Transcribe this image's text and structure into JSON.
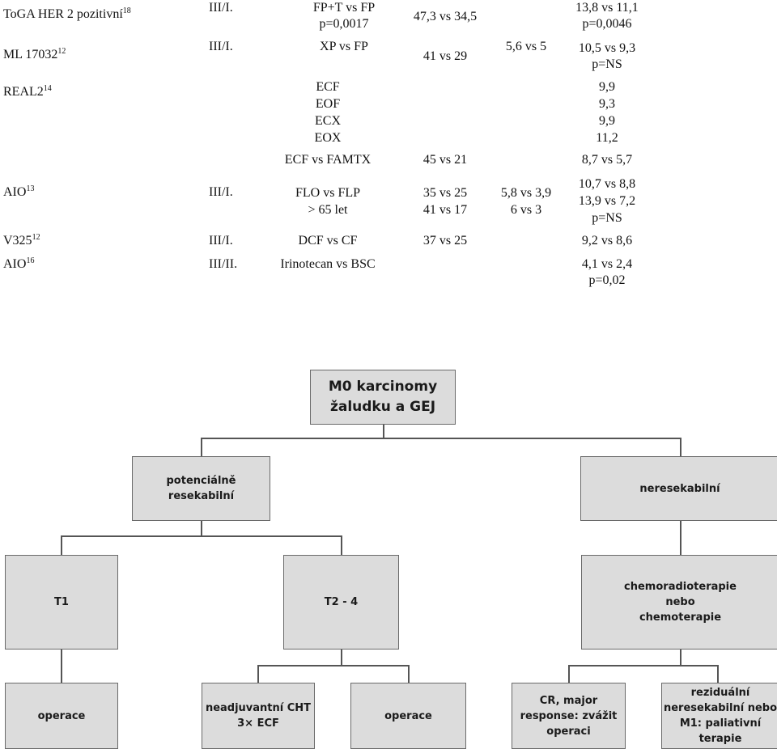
{
  "table": {
    "rows": [
      {
        "study": "ToGA HER 2 pozitivní",
        "ref": "18",
        "phase": "III/I.",
        "arms": "FP+T vs FP\np=0,0017",
        "rr": "47,3 vs 34,5",
        "ttp": "",
        "os": "13,8 vs 11,1\np=0,0046"
      },
      {
        "study": "ML 17032",
        "ref": "12",
        "phase": "III/I.",
        "arms": "XP vs FP",
        "rr": "41 vs 29",
        "ttp": "5,6 vs 5",
        "os": "10,5 vs 9,3\np=NS"
      },
      {
        "study": "REAL2",
        "ref": "14",
        "phase": "",
        "arms": "ECF\nEOF\nECX\nEOX",
        "rr": "",
        "ttp": "",
        "os": "9,9\n9,3\n9,9\n11,2"
      },
      {
        "study": "",
        "ref": "",
        "phase": "",
        "arms": "ECF vs FAMTX",
        "rr": "45 vs 21",
        "ttp": "",
        "os": "8,7 vs 5,7"
      },
      {
        "study": "AIO",
        "ref": "13",
        "phase": "III/I.",
        "arms": "FLO vs FLP\n> 65 let",
        "rr": "35 vs 25\n41 vs 17",
        "ttp": "5,8 vs 3,9\n6 vs 3",
        "os": "10,7 vs 8,8\n13,9 vs 7,2\np=NS"
      },
      {
        "study": "V325",
        "ref": "12",
        "phase": "III/I.",
        "arms": "DCF vs CF",
        "rr": "37 vs 25",
        "ttp": "",
        "os": "9,2 vs 8,6"
      },
      {
        "study": "AIO",
        "ref": "16",
        "phase": "III/II.",
        "arms": "Irinotecan vs BSC",
        "rr": "",
        "ttp": "",
        "os": "4,1 vs 2,4\np=0,02"
      }
    ]
  },
  "flowchart": {
    "root": "M0 karcinomy\nžaludku a GEJ",
    "resectable": "potenciálně\nresekabilní",
    "unresectable": "neresekabilní",
    "t1": "T1",
    "t24": "T2 - 4",
    "chemo": "chemoradioterapie\nnebo\nchemoterapie",
    "op1": "operace",
    "neoadj": "neadjuvantní CHT\n3× ECF",
    "op2": "operace",
    "cr": "CR, major\nresponse: zvážit\noperaci",
    "residual": "reziduální\nneresekabilní nebo\nM1: paliativní\nterapie"
  }
}
